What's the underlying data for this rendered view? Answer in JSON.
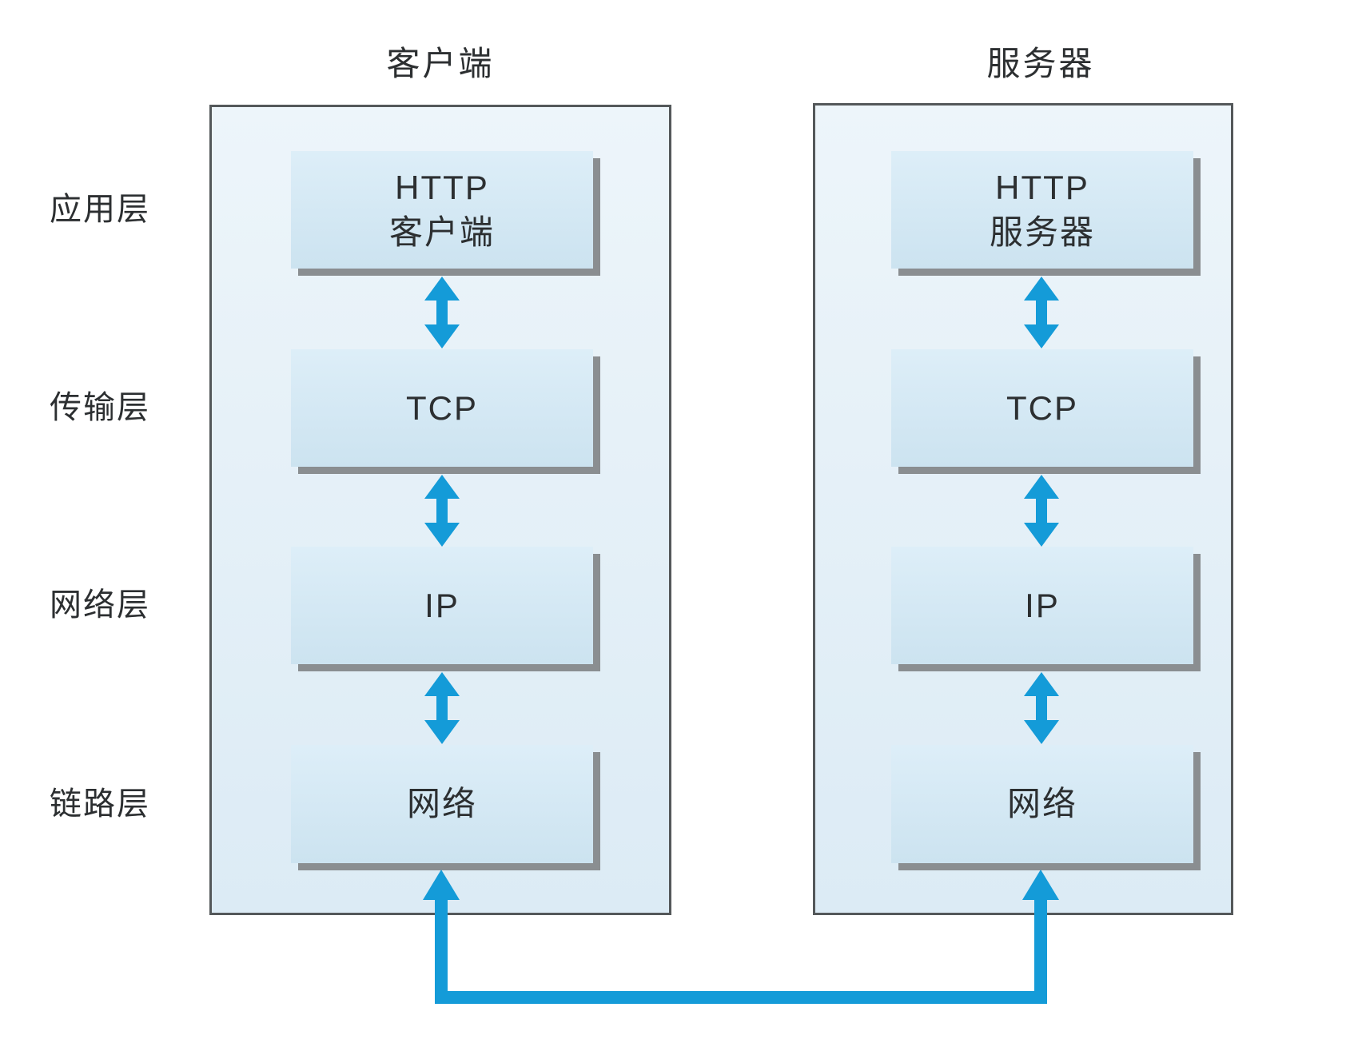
{
  "titles": {
    "client": "客户端",
    "server": "服务器"
  },
  "layer_labels": [
    "应用层",
    "传输层",
    "网络层",
    "链路层"
  ],
  "client": {
    "boxes": [
      {
        "lines": [
          "HTTP",
          "客户端"
        ]
      },
      {
        "lines": [
          "TCP"
        ]
      },
      {
        "lines": [
          "IP"
        ]
      },
      {
        "lines": [
          "网络"
        ]
      }
    ]
  },
  "server": {
    "boxes": [
      {
        "lines": [
          "HTTP",
          "服务器"
        ]
      },
      {
        "lines": [
          "TCP"
        ]
      },
      {
        "lines": [
          "IP"
        ]
      },
      {
        "lines": [
          "网络"
        ]
      }
    ]
  },
  "icons": {
    "vertical_double_arrow": "double-arrow-icon",
    "bottom_link": "network-connection-arrow"
  },
  "colors": {
    "arrow-blue": "#149bd8",
    "container-border": "#54585a",
    "container-top": "#edf5fa",
    "container-bottom": "#dcebf5",
    "box-top": "#ddeef8",
    "box-bottom": "#cce3f0",
    "shadow-gray": "#8a8e91",
    "text-dark": "#2c2f31"
  }
}
